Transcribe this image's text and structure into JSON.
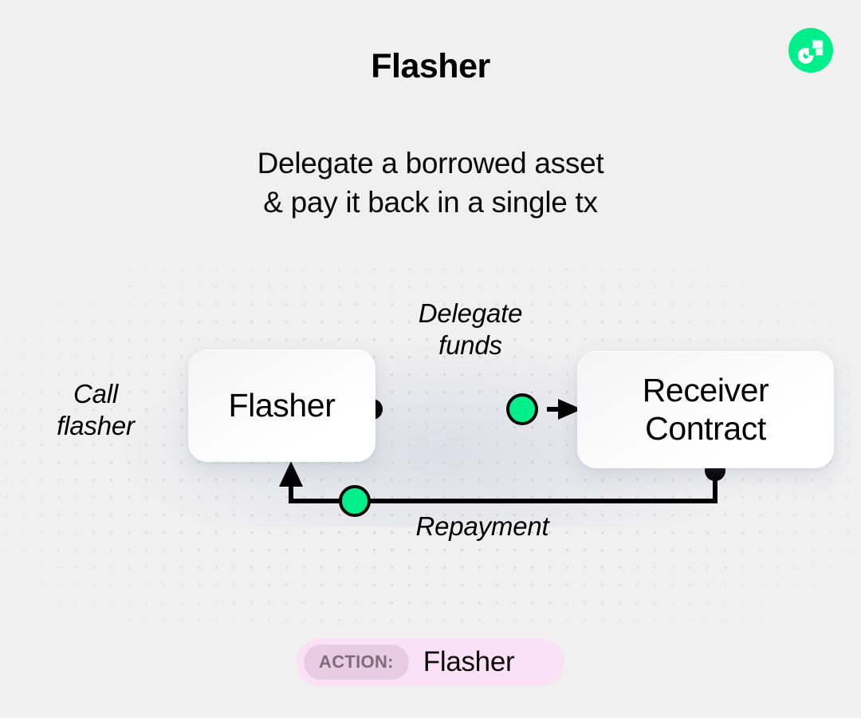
{
  "brand": {
    "logo_icon": "flow-logo-icon",
    "logo_color": "#00EF8B",
    "logo_glyph_color": "#FFFFFF"
  },
  "header": {
    "title": "Flasher",
    "subtitle_line_1": "Delegate a borrowed asset",
    "subtitle_line_2": "& pay it back in a single tx"
  },
  "diagram": {
    "background_color": "#F0F0F0",
    "accent_color": "#00EF8B",
    "stroke_color": "#000000",
    "nodes": [
      {
        "id": "flasher",
        "label": "Flasher"
      },
      {
        "id": "receiver",
        "label_line_1": "Receiver",
        "label_line_2": "Contract"
      }
    ],
    "edges": [
      {
        "id": "call-flasher",
        "label_line_1": "Call",
        "label_line_2": "flasher",
        "from": "user",
        "to": "flasher"
      },
      {
        "id": "delegate-funds",
        "label_line_1": "Delegate",
        "label_line_2": "funds",
        "from": "flasher",
        "to": "receiver",
        "has_token_marker": true
      },
      {
        "id": "repayment",
        "label": "Repayment",
        "from": "receiver",
        "to": "flasher",
        "has_token_marker": true
      }
    ]
  },
  "footer": {
    "action_label": "ACTION:",
    "action_value": "Flasher",
    "badge_color": "#FBE1F6",
    "chip_color": "#E9CCE4"
  }
}
